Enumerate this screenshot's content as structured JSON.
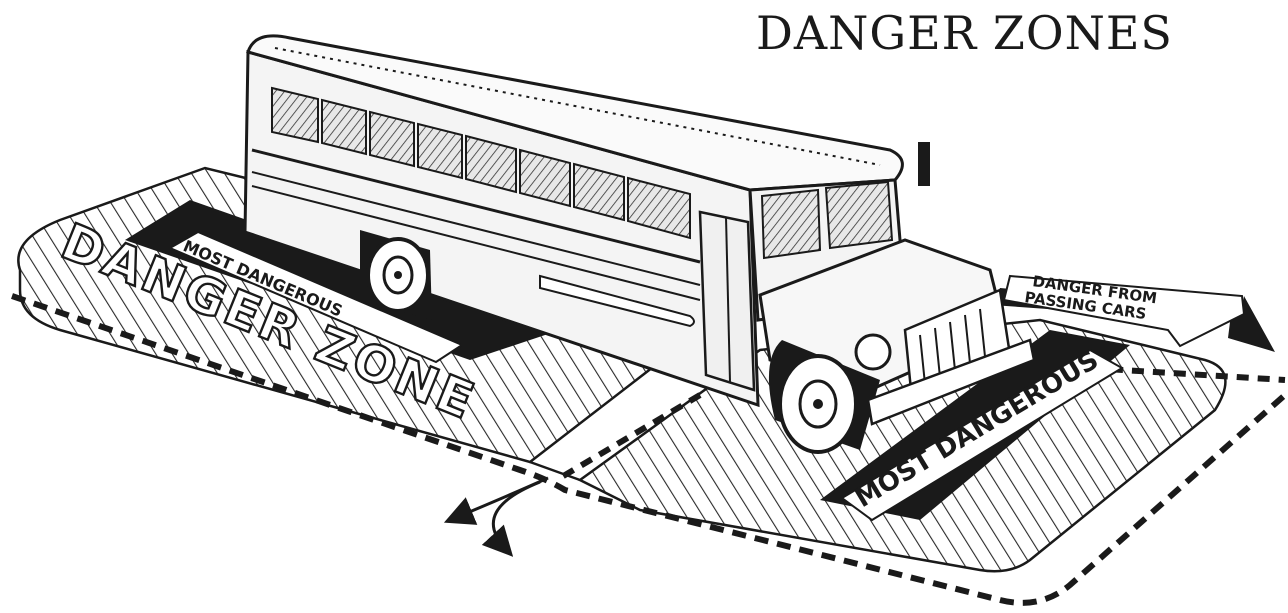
{
  "title": "DANGER ZONES",
  "labels": {
    "danger_zone": "DANGER ZONE",
    "most_dangerous_left": "MOST DANGEROUS",
    "most_dangerous_front": "MOST DANGEROUS",
    "passing_cars_line1": "DANGER FROM",
    "passing_cars_line2": "PASSING CARS"
  },
  "colors": {
    "ink": "#1a1a1a",
    "hatch": "#2a2a2a",
    "paper": "#ffffff"
  }
}
